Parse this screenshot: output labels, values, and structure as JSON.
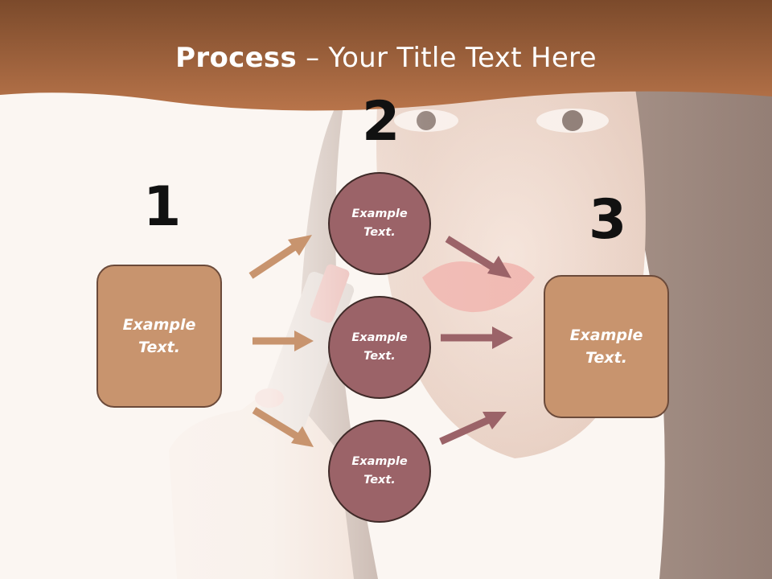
{
  "title": {
    "bold": "Process",
    "rest": " – Your Title Text Here"
  },
  "steps": [
    {
      "number": "1"
    },
    {
      "number": "2"
    },
    {
      "number": "3"
    }
  ],
  "left_box": {
    "line1": "Example",
    "line2": "Text."
  },
  "right_box": {
    "line1": "Example",
    "line2": "Text."
  },
  "circles": [
    {
      "line1": "Example",
      "line2": "Text."
    },
    {
      "line1": "Example",
      "line2": "Text."
    },
    {
      "line1": "Example",
      "line2": "Text."
    }
  ],
  "colors": {
    "header_band": "#a8663e",
    "box_fill": "#c8946e",
    "circle_fill": "#9b6368",
    "arrow_left": "#c8946e",
    "arrow_right": "#9b6368",
    "background": "#fbf6f2"
  },
  "background_image": "woman-applying-lipstick-photo"
}
